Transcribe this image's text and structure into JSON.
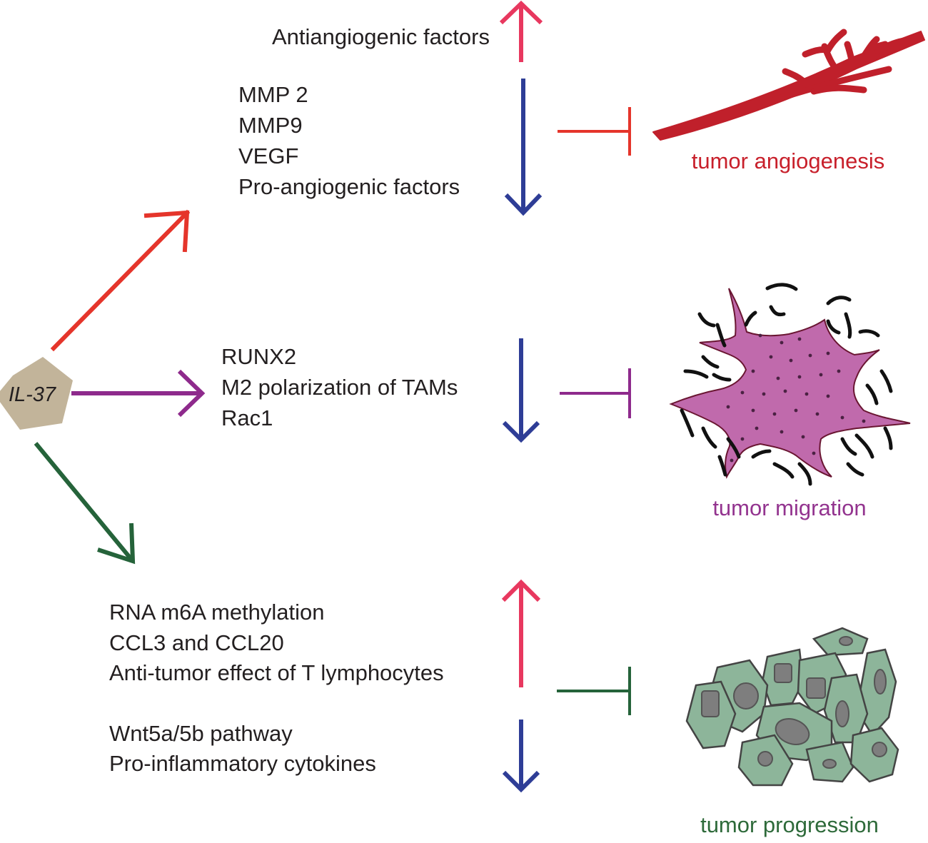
{
  "center_label": "IL-37",
  "colors": {
    "angiogenesis_branch": "#e5352b",
    "migration_branch": "#8e2a8c",
    "progression_branch": "#25633a",
    "up_arrow": "#e8385f",
    "down_arrow": "#2e3d96",
    "angiogenesis_title": "#c8202b",
    "migration_title": "#93348f",
    "progression_title": "#2e6a3a",
    "node_fill": "#c2b49a",
    "vessel": "#c0202b",
    "tumor_cell": "#c06aac",
    "cell_cluster": "#8db59a"
  },
  "angiogenesis": {
    "upregulated": [
      "Antiangiogenic factors"
    ],
    "downregulated": [
      "MMP 2",
      "MMP9",
      "VEGF",
      "Pro-angiogenic factors"
    ],
    "title": "tumor angiogenesis",
    "icon": "blood-vessel-icon"
  },
  "migration": {
    "downregulated": [
      "RUNX2",
      "M2 polarization of TAMs",
      "Rac1"
    ],
    "title": "tumor migration",
    "icon": "migrating-tumor-cell-icon"
  },
  "progression": {
    "upregulated": [
      "RNA m6A methylation",
      "CCL3 and CCL20",
      "Anti-tumor effect of T lymphocytes"
    ],
    "downregulated": [
      "Wnt5a/5b pathway",
      "Pro-inflammatory cytokines"
    ],
    "title": "tumor progression",
    "icon": "tumor-cell-cluster-icon"
  }
}
